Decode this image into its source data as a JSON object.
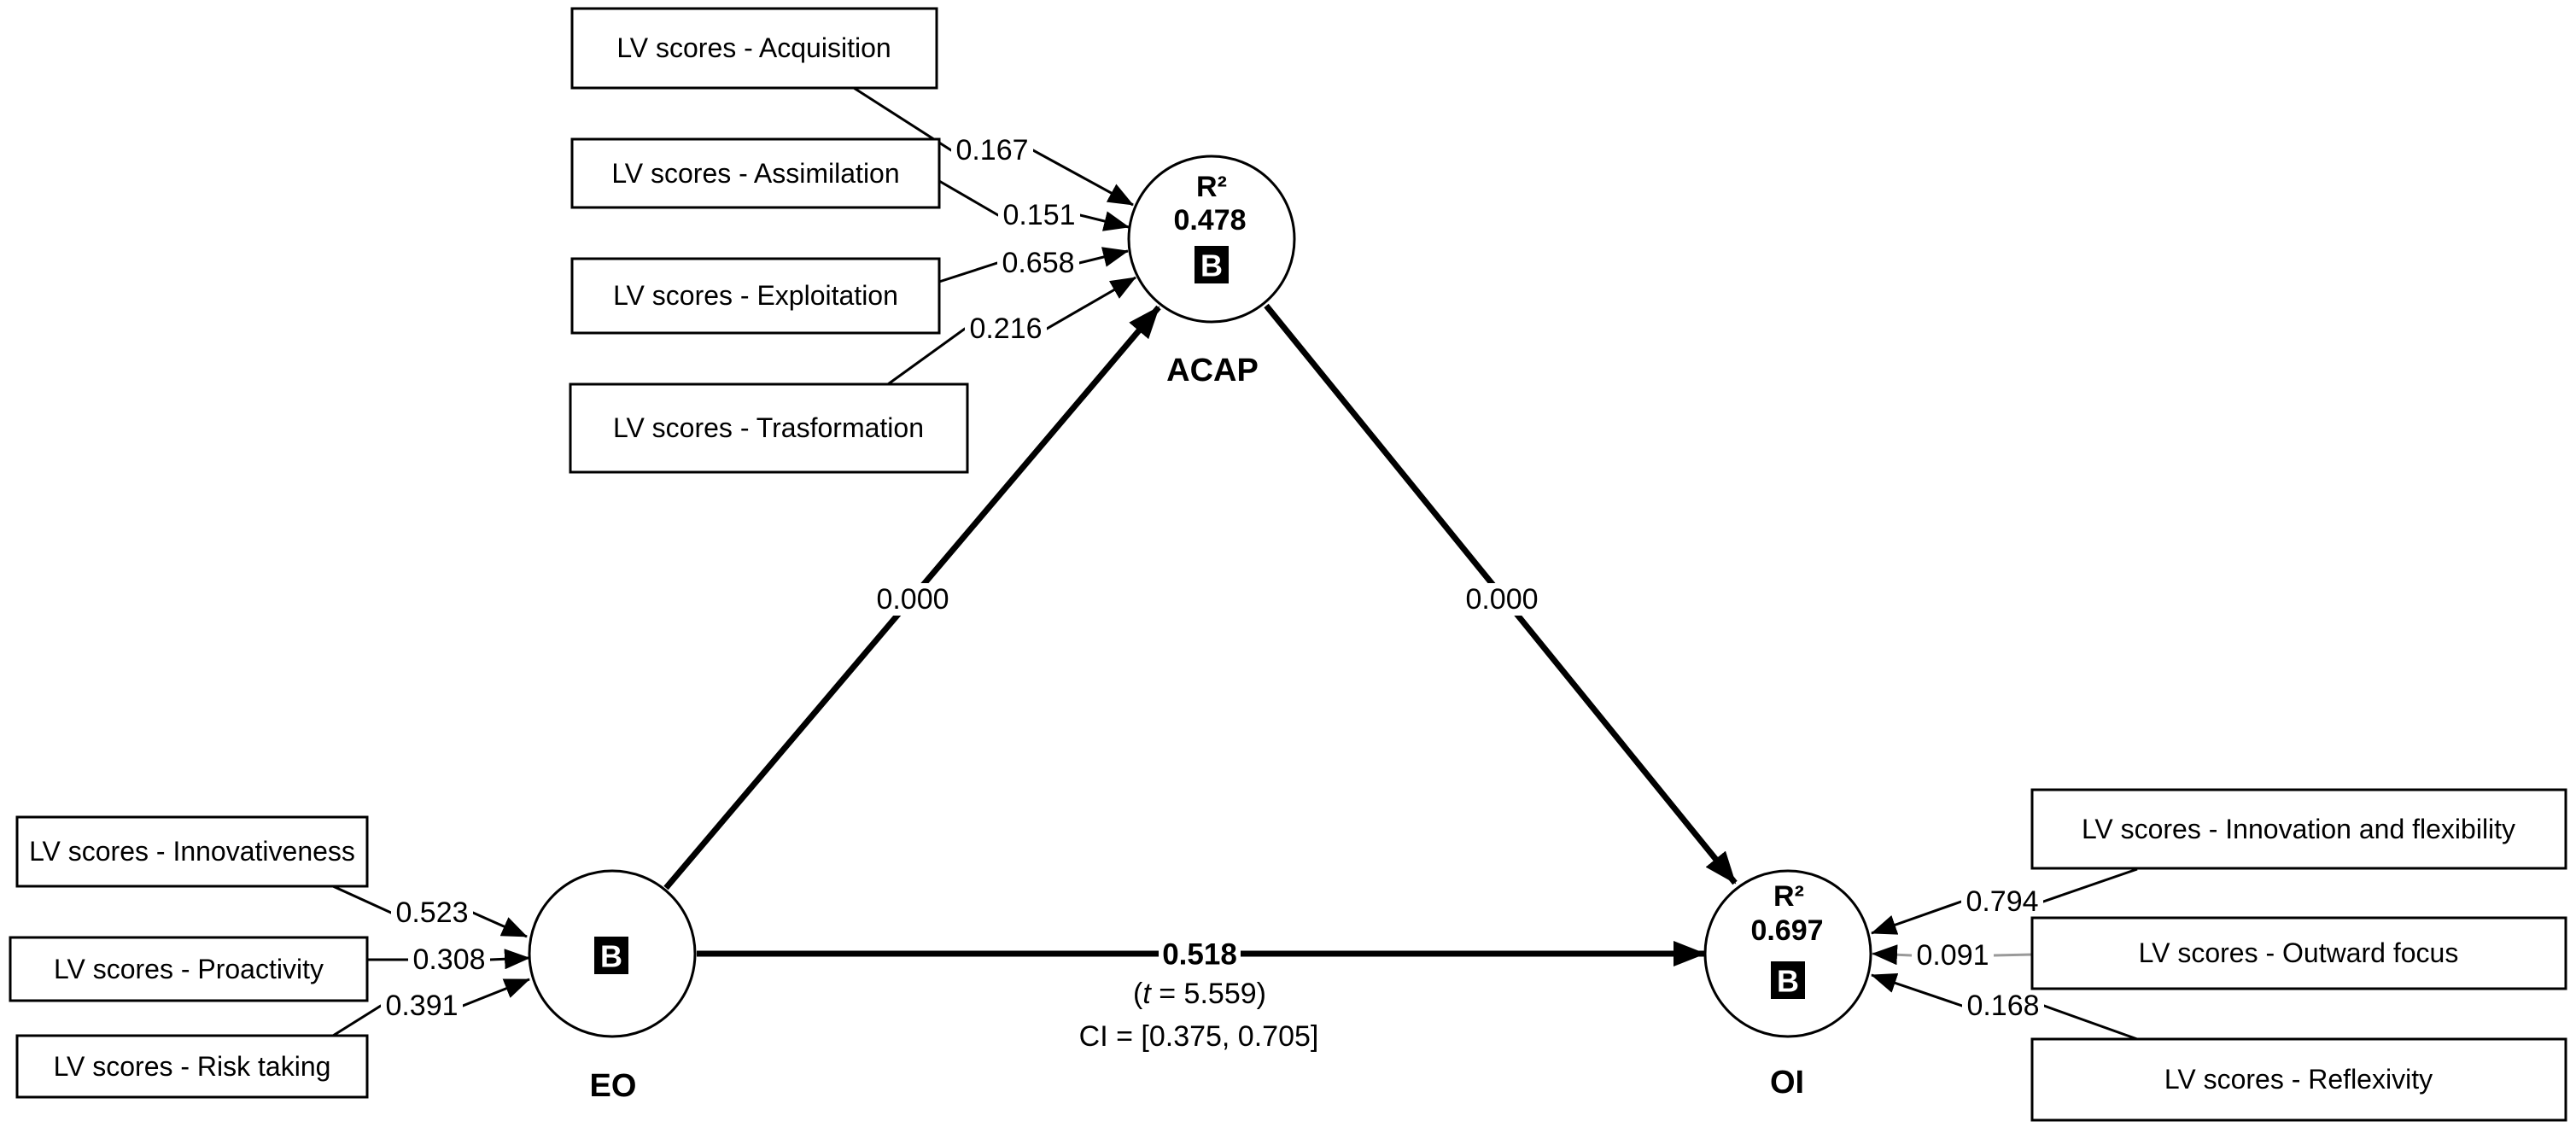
{
  "colors": {
    "background": "#ffffff",
    "line": "#000000",
    "muted_line": "#9a9a9a",
    "badge_bg": "#000000",
    "badge_text": "#ffffff"
  },
  "constructs": {
    "eo": {
      "name": "EO",
      "badge": "B"
    },
    "acap": {
      "name": "ACAP",
      "badge": "B",
      "r2_label": "R²",
      "r2_value": "0.478"
    },
    "oi": {
      "name": "OI",
      "badge": "B",
      "r2_label": "R²",
      "r2_value": "0.697"
    }
  },
  "indicators": {
    "acap": [
      {
        "label": "LV scores - Acquisition",
        "loading": "0.167"
      },
      {
        "label": "LV scores - Assimilation",
        "loading": "0.151"
      },
      {
        "label": "LV scores - Exploitation",
        "loading": "0.658"
      },
      {
        "label": "LV scores - Trasformation",
        "loading": "0.216"
      }
    ],
    "eo": [
      {
        "label": "LV scores - Innovativeness",
        "loading": "0.523"
      },
      {
        "label": "LV scores - Proactivity",
        "loading": "0.308"
      },
      {
        "label": "LV scores - Risk taking",
        "loading": "0.391"
      }
    ],
    "oi": [
      {
        "label": "LV scores - Innovation and flexibility",
        "loading": "0.794"
      },
      {
        "label": "LV scores - Outward focus",
        "loading": "0.091"
      },
      {
        "label": "LV scores - Reflexivity",
        "loading": "0.168"
      }
    ]
  },
  "paths": {
    "eo_acap": {
      "coefficient": "0.000"
    },
    "acap_oi": {
      "coefficient": "0.000"
    },
    "eo_oi": {
      "coefficient": "0.518",
      "t_open": "(",
      "t_symbol": "t",
      "t_rest": " = 5.559)",
      "ci": "CI = [0.375,  0.705]"
    }
  }
}
